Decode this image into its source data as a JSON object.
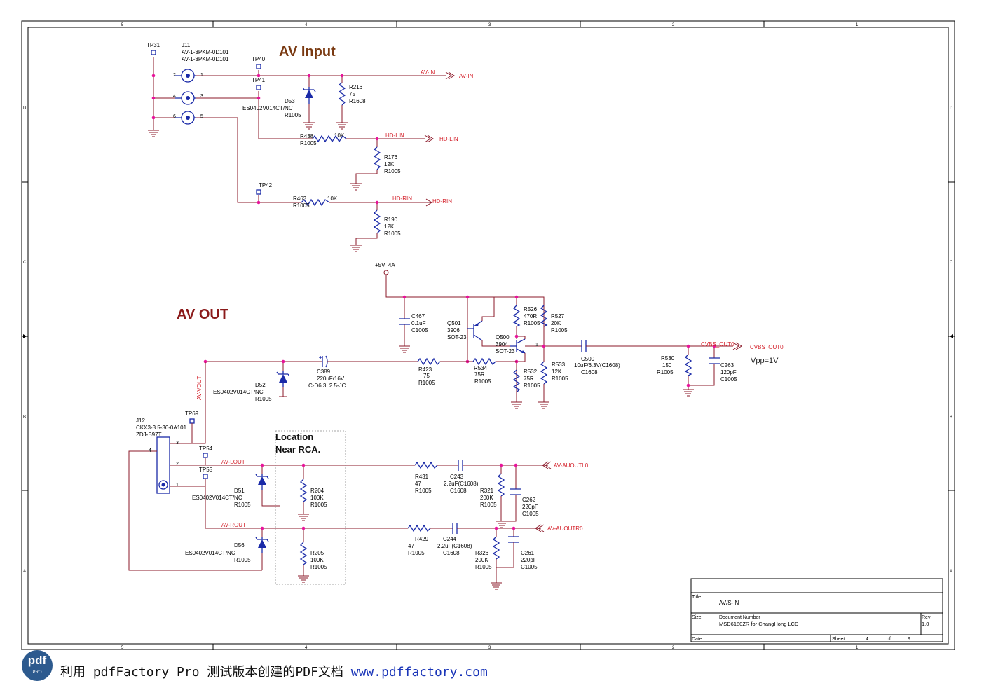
{
  "title_heading": "AV Input",
  "av_out_heading": "AV OUT",
  "location_note": [
    "Location",
    "Near RCA."
  ],
  "vpp_note": "Vpp=1V",
  "zones": {
    "columns": [
      "5",
      "4",
      "3",
      "2",
      "1"
    ],
    "rows": [
      "D",
      "C",
      "B",
      "A"
    ]
  },
  "labels": {
    "tp31": "TP31",
    "j11_ref": "J11",
    "j11_part1": "AV-1-3PKM-0D101",
    "j11_part2": "AV-1-3PKM-0D101",
    "tp40": "TP40",
    "tp41": "TP41",
    "tp42": "TP42",
    "d53_ref": "D53",
    "d53_part": "ES0402V014CT/NC",
    "d53_pkg": "R1005",
    "r216_ref": "R216",
    "r216_val": "75",
    "r216_pkg": "R1608",
    "r438_ref": "R438",
    "r438_val": "10K",
    "r438_pkg": "R1005",
    "r176_ref": "R176",
    "r176_val": "12K",
    "r176_pkg": "R1005",
    "r463_ref": "R463",
    "r463_val": "10K",
    "r463_pkg": "R1005",
    "r190_ref": "R190",
    "r190_val": "12K",
    "r190_pkg": "R1005",
    "pwr_5v": "+5V_4A",
    "c467_ref": "C467",
    "c467_val": "0.1uF",
    "c467_pkg": "C1005",
    "q501_ref": "Q501",
    "q501_val": "3906",
    "q501_pkg": "SOT-23",
    "q500_ref": "Q500",
    "q500_val": "3904",
    "q500_pkg": "SOT-23",
    "r526_ref": "R526",
    "r526_val": "470R",
    "r526_pkg": "R1005",
    "r527_ref": "R527",
    "r527_val": "20K",
    "r527_pkg": "R1005",
    "c500_ref": "C500",
    "c500_val": "10uF/6.3V(C1608)",
    "c500_pkg": "C1608",
    "r530_ref": "R530",
    "r530_val": "150",
    "r530_pkg": "R1005",
    "c263_ref": "C263",
    "c263_val": "120pF",
    "c263_pkg": "C1005",
    "r533_ref": "R533",
    "r533_val": "12K",
    "r533_pkg": "R1005",
    "r532_ref": "R532",
    "r532_val": "75R",
    "r532_pkg": "R1005",
    "r534_ref": "R534",
    "r534_val": "75R",
    "r534_pkg": "R1005",
    "r423_ref": "R423",
    "r423_val": "75",
    "r423_pkg": "R1005",
    "c389_ref": "C389",
    "c389_val": "220uF/16V",
    "c389_pkg": "C-D6.3L2.5-JC",
    "d52_ref": "D52",
    "d52_part": "ES0402V014CT/NC",
    "d52_pkg": "R1005",
    "tp69": "TP69",
    "j12_ref": "J12",
    "j12_part1": "CKX3-3.5-36-0A101",
    "j12_part2": "ZDJ-B97T",
    "tp54": "TP54",
    "tp55": "TP55",
    "d51_ref": "D51",
    "d51_part": "ES0402V014CT/NC",
    "d51_pkg": "R1005",
    "d56_ref": "D56",
    "d56_part": "ES0402V014CT/NC",
    "d56_pkg": "R1005",
    "r204_ref": "R204",
    "r204_val": "100K",
    "r204_pkg": "R1005",
    "r205_ref": "R205",
    "r205_val": "100K",
    "r205_pkg": "R1005",
    "r431_ref": "R431",
    "r431_val": "47",
    "r431_pkg": "R1005",
    "r429_ref": "R429",
    "r429_val": "47",
    "r429_pkg": "R1005",
    "c243_ref": "C243",
    "c243_val": "2.2uF(C1608)",
    "c243_pkg": "C1608",
    "c244_ref": "C244",
    "c244_val": "2.2uF(C1608)",
    "c244_pkg": "C1608",
    "r321_ref": "R321",
    "r321_val": "200K",
    "r321_pkg": "R1005",
    "r326_ref": "R326",
    "r326_val": "200K",
    "r326_pkg": "R1005",
    "c262_ref": "C262",
    "c262_val": "220pF",
    "c262_pkg": "C1005",
    "c261_ref": "C261",
    "c261_val": "220pF",
    "c261_pkg": "C1005"
  },
  "pins": {
    "j11_2": "2",
    "j11_1": "1",
    "j11_4": "4",
    "j11_3": "3",
    "j11_6": "6",
    "j11_5": "5",
    "j12_3": "3",
    "j12_4": "4",
    "j12_2": "2",
    "j12_1": "1",
    "q500_1": "1"
  },
  "nets": {
    "av_in": "AV-IN",
    "hd_lin": "HD-LIN",
    "hd_rin": "HD-RIN",
    "cvbs_out0": "CVBS_OUT0",
    "av_vout": "AV-VOUT",
    "av_lout": "AV-LOUT",
    "av_rout": "AV-ROUT",
    "av_auoutl0": "AV-AUOUTL0",
    "av_auoutr0": "AV-AUOUTR0"
  },
  "title_block": {
    "title_label": "Title",
    "title_value": "AV/S-IN",
    "size_label": "Size",
    "doc_label": "Document Number",
    "doc_value": "MSD6180ZR for ChangHong LCD",
    "rev_label": "Rev",
    "rev_value": "1.0",
    "date_label": "Date:",
    "sheet_label": "Sheet",
    "sheet_num": "4",
    "of_label": "of",
    "sheet_total": "9"
  },
  "footer": {
    "logo_text": "pdf",
    "logo_sub": "PRO",
    "text": "利用 pdfFactory Pro 测试版本创建的PDF文档 ",
    "link": "www.pdffactory.com"
  },
  "colors": {
    "wire": "#8b1a2a",
    "component": "#1a2aa8",
    "net_label": "#d4202a",
    "junction": "#e8149b",
    "heading_input": "#7a3a12",
    "heading_out": "#8b1a1a",
    "logo": "#2d5a8e",
    "link": "#1a35b8"
  }
}
